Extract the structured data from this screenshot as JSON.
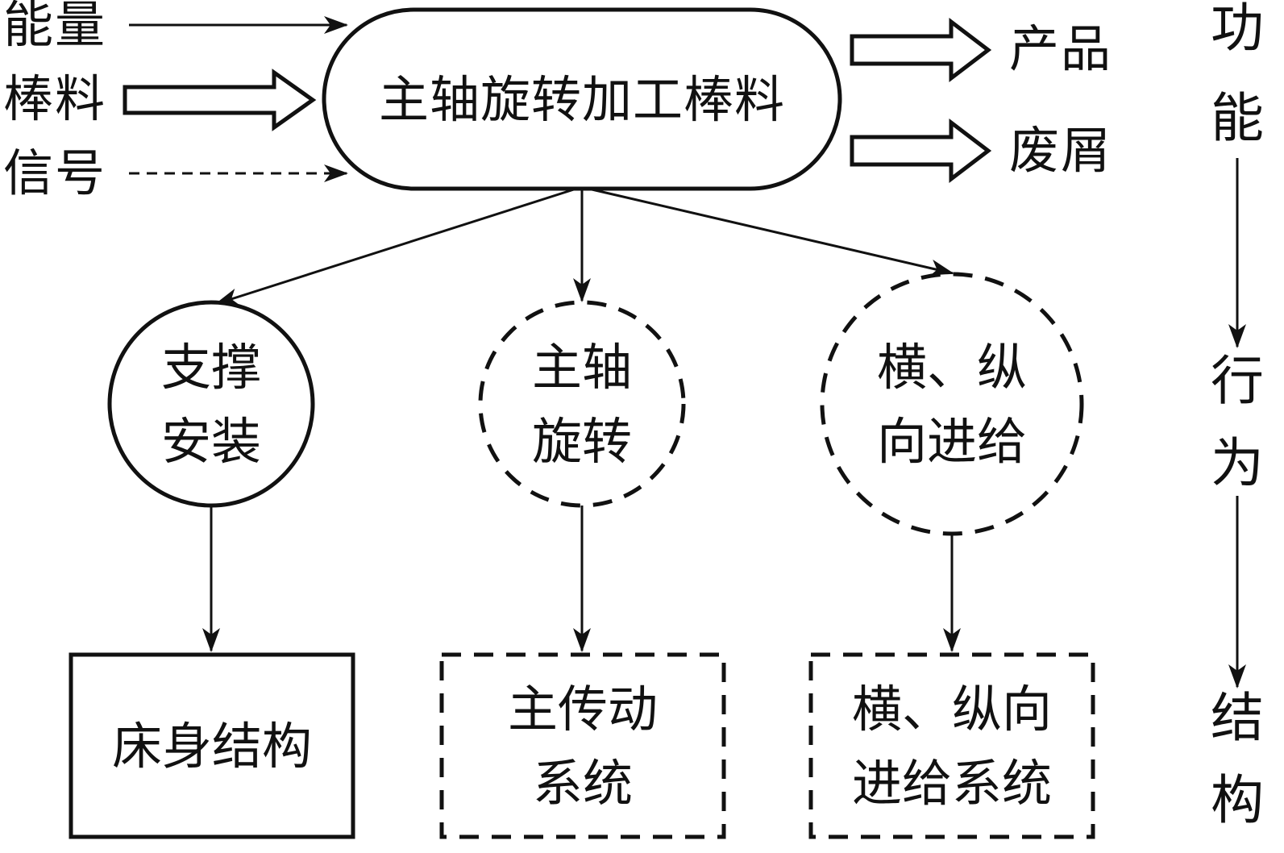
{
  "inputs": {
    "energy": "能量",
    "bar_stock": "棒料",
    "signal": "信号"
  },
  "function_box": "主轴旋转加工棒料",
  "outputs": {
    "product": "产品",
    "chips": "废屑"
  },
  "behaviors": {
    "support_1": "支撑",
    "support_2": "安装",
    "spindle_1": "主轴",
    "spindle_2": "旋转",
    "feed_1": "横、纵",
    "feed_2": "向进给"
  },
  "structures": {
    "bed": "床身结构",
    "drive_1": "主传动",
    "drive_2": "系统",
    "feed_1": "横、纵向",
    "feed_2": "进给系统"
  },
  "side_axis": {
    "function": [
      "功",
      "能"
    ],
    "behavior": [
      "行",
      "为"
    ],
    "structure": [
      "结",
      "构"
    ]
  }
}
